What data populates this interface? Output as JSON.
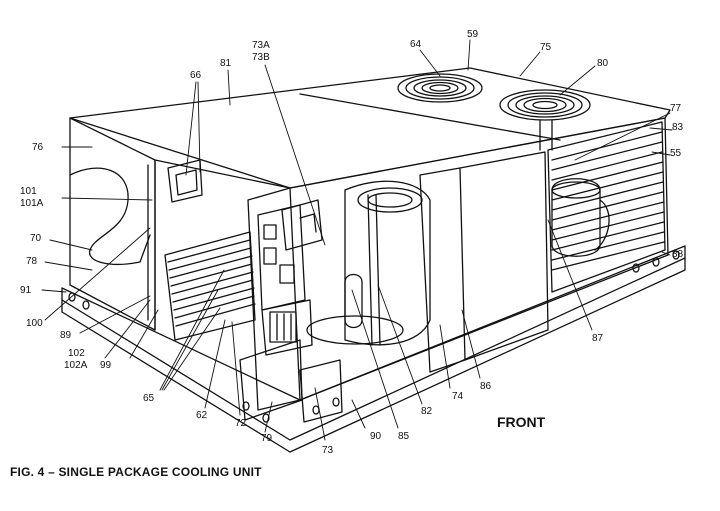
{
  "figure": {
    "caption": "FIG. 4 – SINGLE PACKAGE COOLING UNIT",
    "front_label": "FRONT"
  },
  "callouts": {
    "c59": "59",
    "c64": "64",
    "c75": "75",
    "c80": "80",
    "c81": "81",
    "c66": "66",
    "c73a": "73A",
    "c73b": "73B",
    "c77": "77",
    "c83": "83",
    "c55": "55",
    "c76": "76",
    "c101": "101",
    "c101a": "101A",
    "c70": "70",
    "c78": "78",
    "c91": "91",
    "c100": "100",
    "c89": "89",
    "c102": "102",
    "c102a": "102A",
    "c99": "99",
    "c65": "65",
    "c62": "62",
    "c72": "72",
    "c79": "79",
    "c73": "73",
    "c90": "90",
    "c85": "85",
    "c82": "82",
    "c74": "74",
    "c86": "86",
    "c87": "87",
    "c88": "88"
  },
  "colors": {
    "ink": "#111111",
    "paper": "#ffffff"
  }
}
